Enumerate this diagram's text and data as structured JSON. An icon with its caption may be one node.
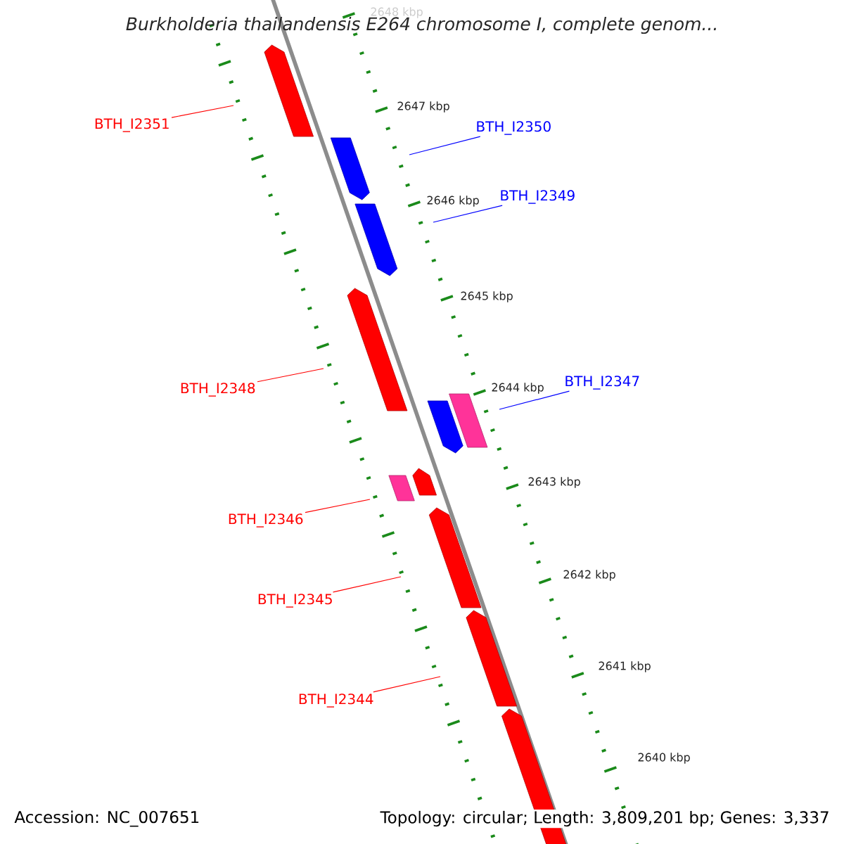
{
  "diagram": {
    "title": "Burkholderia thailandensis E264 chromosome I, complete genom...",
    "nodes": [
      {
        "text": [
          "BTH_I2351"
        ]
      },
      {
        "text": [
          "BTH_I2350"
        ]
      },
      {
        "text": [
          "BTH_I2349"
        ]
      },
      {
        "text": [
          "BTH_I2348"
        ]
      },
      {
        "text": [
          "BTH_I2347"
        ]
      },
      {
        "text": [
          "BTH_I2346"
        ]
      },
      {
        "text": [
          "BTH_I2345"
        ]
      },
      {
        "text": [
          "BTH_I2344"
        ]
      }
    ],
    "edges": [
      {
        "from": 0,
        "to": null,
        "arrow": "none"
      },
      {
        "from": 1,
        "to": null,
        "arrow": "none",
        "color": "#0000ff"
      },
      {
        "from": 2,
        "to": null,
        "arrow": "none",
        "color": "#0000ff"
      },
      {
        "from": 3,
        "to": null,
        "arrow": "none"
      },
      {
        "from": 4,
        "to": null,
        "arrow": "none",
        "color": "#0000ff"
      },
      {
        "from": 5,
        "to": null,
        "arrow": "none"
      },
      {
        "from": 6,
        "to": null,
        "arrow": "none"
      },
      {
        "from": 7,
        "to": null,
        "arrow": "none"
      }
    ],
    "labels": [
      "2648 kbp",
      "2647 kbp",
      "2646 kbp",
      "2645 kbp",
      "2644 kbp",
      "2643 kbp",
      "2642 kbp",
      "2641 kbp",
      "2640 kbp",
      "Accession: NC_007651",
      "Topology: circular; Length: 3,809,201 bp; Genes: 3,337"
    ]
  }
}
